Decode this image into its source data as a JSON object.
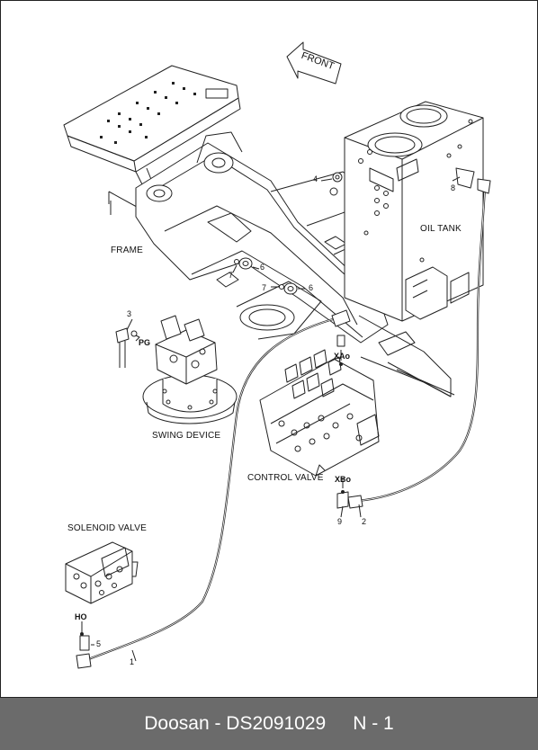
{
  "diagram": {
    "front_arrow_text": "FRONT",
    "components": {
      "frame": "FRAME",
      "oil_tank": "OIL TANK",
      "swing_device": "SWING DEVICE",
      "control_valve": "CONTROL VALVE",
      "solenoid_valve": "SOLENOID VALVE"
    },
    "ports": {
      "pg": "PG",
      "xao": "XAo",
      "xbo": "XBo",
      "ho": "HO"
    },
    "callouts": {
      "c1": "1",
      "c2": "2",
      "c3": "3",
      "c4": "4",
      "c5": "5",
      "c6a": "6",
      "c6b": "6",
      "c7a": "7",
      "c7b": "7",
      "c8": "8",
      "c9": "9"
    }
  },
  "footer": {
    "brand": "Doosan",
    "separator": " - ",
    "part_number": "DS2091029",
    "page": "N - 1"
  }
}
